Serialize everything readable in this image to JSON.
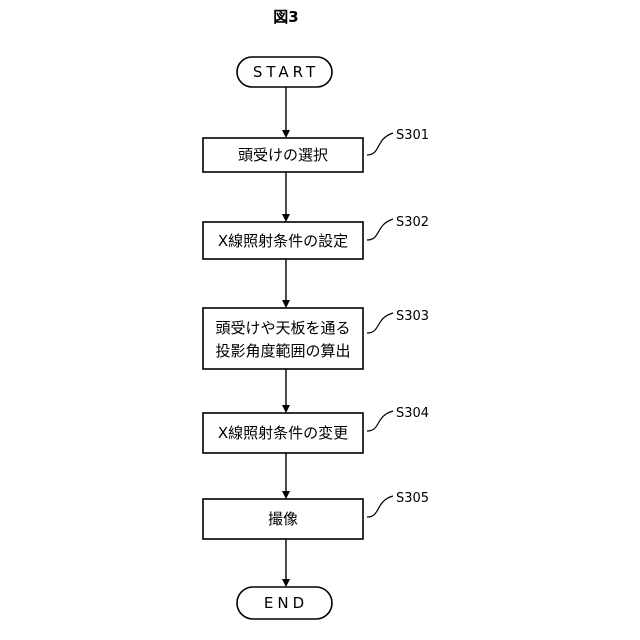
{
  "figure": {
    "title": "図3"
  },
  "terminals": {
    "start": "START",
    "end": "END"
  },
  "steps": [
    {
      "id": "S301",
      "lines": [
        "頭受けの選択"
      ]
    },
    {
      "id": "S302",
      "lines": [
        "X線照射条件の設定"
      ]
    },
    {
      "id": "S303",
      "lines": [
        "頭受けや天板を通る",
        "投影角度範囲の算出"
      ]
    },
    {
      "id": "S304",
      "lines": [
        "X線照射条件の変更"
      ]
    },
    {
      "id": "S305",
      "lines": [
        "撮像"
      ]
    }
  ],
  "colors": {
    "line": "#000000",
    "fill": "#ffffff"
  }
}
